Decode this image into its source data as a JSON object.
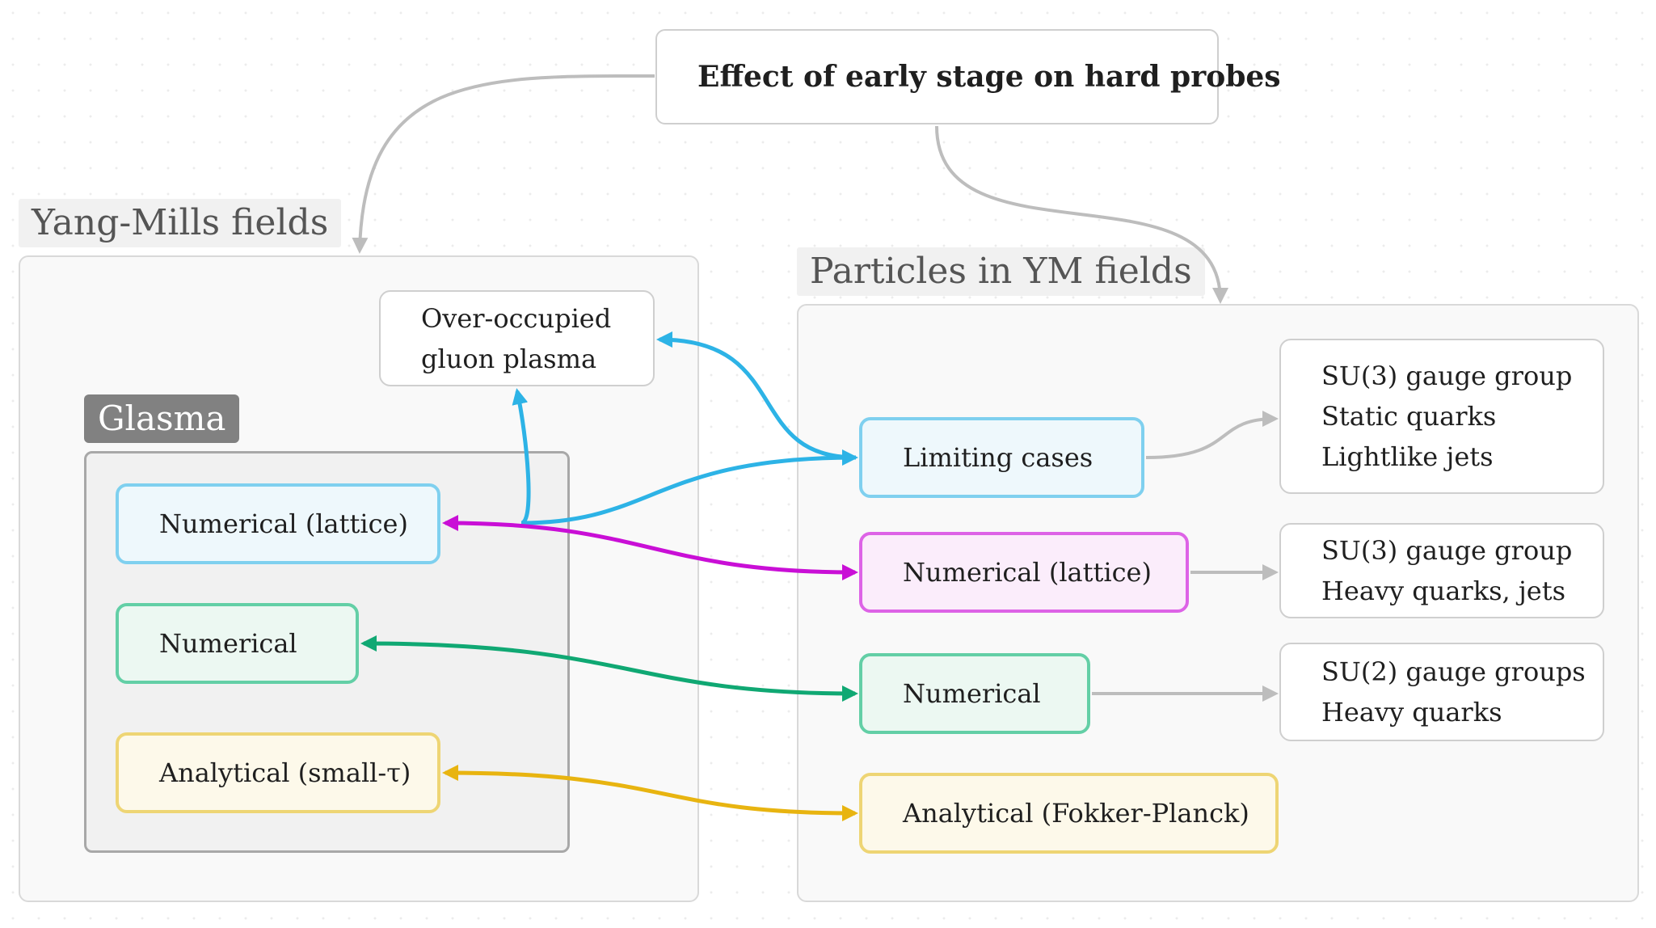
{
  "title": "Effect of early stage on hard probes",
  "left_group": {
    "title": "Yang-Mills fields",
    "overoccupied": [
      "Over-occupied",
      "gluon plasma"
    ],
    "glasma": {
      "tag": "Glasma",
      "lattice": "Numerical (lattice)",
      "numerical": "Numerical",
      "analytical": "Analytical (small-τ)"
    }
  },
  "right_group": {
    "title": "Particles in YM fields",
    "limiting": "Limiting cases",
    "lattice": "Numerical (lattice)",
    "numerical": "Numerical",
    "analytical": "Analytical (Fokker-Planck)",
    "limiting_details": [
      "SU(3) gauge group",
      "Static quarks",
      "Lightlike jets"
    ],
    "lattice_details": [
      "SU(3) gauge group",
      "Heavy quarks, jets"
    ],
    "numerical_details": [
      "SU(2) gauge groups",
      "Heavy quarks"
    ]
  },
  "colors": {
    "blue": "#2db3e6",
    "magenta": "#c90fd6",
    "green": "#10a873",
    "yellow": "#e8b410",
    "gray": "#bdbdbd"
  }
}
